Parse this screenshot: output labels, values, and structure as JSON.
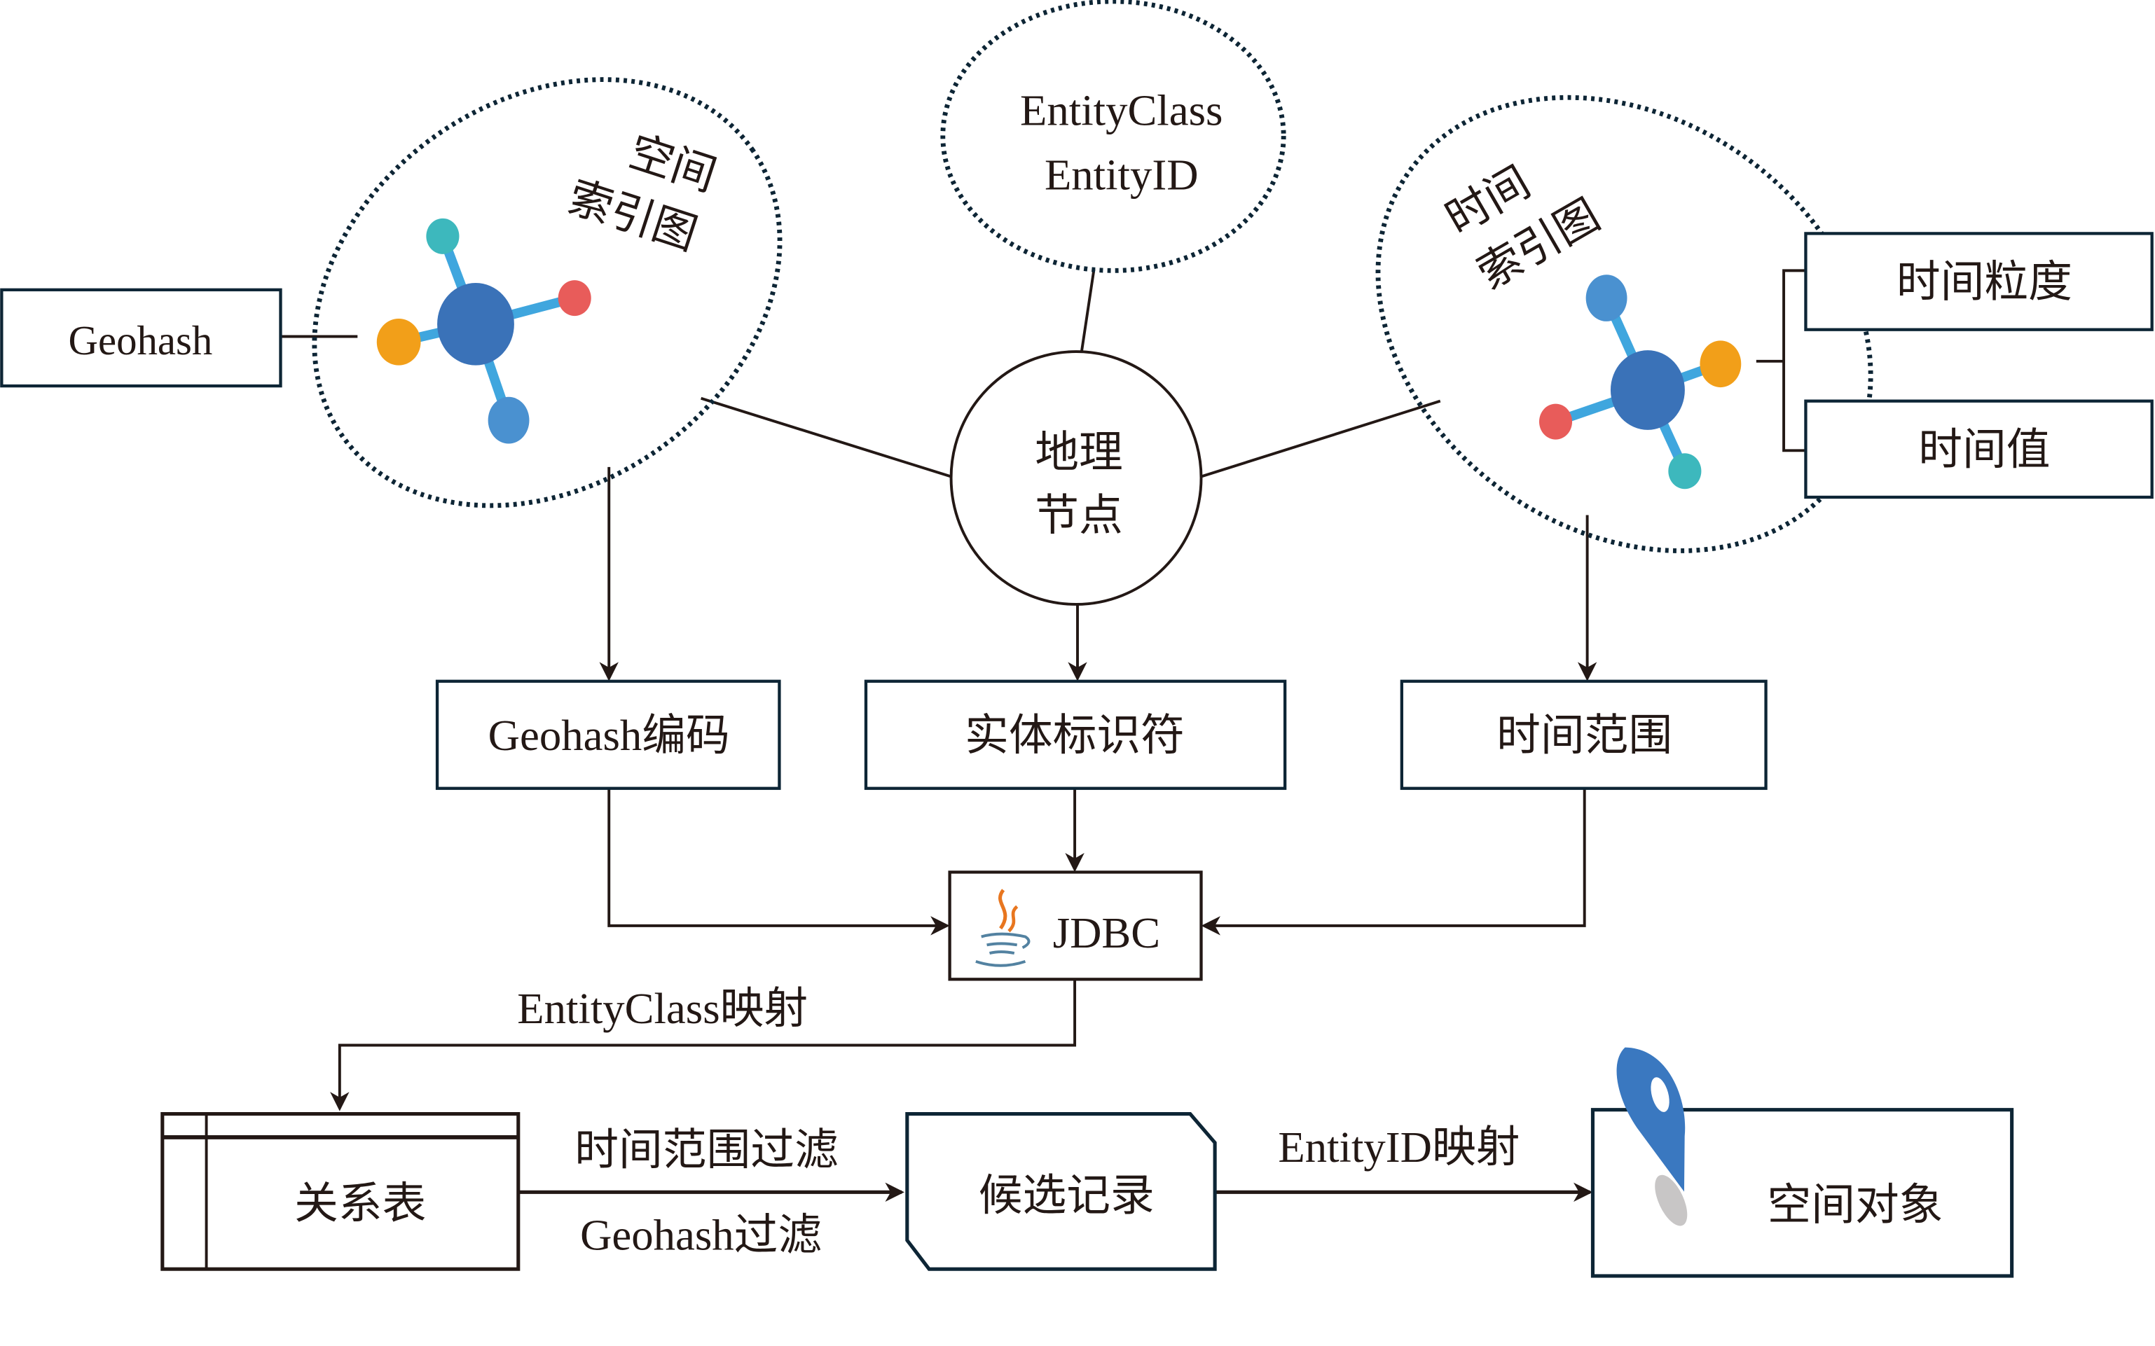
{
  "diagram": {
    "spatial_index": {
      "line1": "空间",
      "line2": "索引图"
    },
    "temporal_index": {
      "line1": "时间",
      "line2": "索引图"
    },
    "entity_bubble": {
      "line1": "EntityClass",
      "line2": "EntityID"
    },
    "geo_node": {
      "line1": "地理",
      "line2": "节点"
    },
    "geohash_box": "Geohash",
    "time_granularity_box": "时间粒度",
    "time_value_box": "时间值",
    "geohash_code_box": "Geohash编码",
    "entity_identifier_box": "实体标识符",
    "time_range_box": "时间范围",
    "jdbc_box": "JDBC",
    "entity_class_mapping_label": "EntityClass映射",
    "relation_table_box": "关系表",
    "time_range_filter_label": "时间范围过滤",
    "geohash_filter_label": "Geohash过滤",
    "candidate_records_box": "候选记录",
    "entity_id_mapping_label": "EntityID映射",
    "spatial_object_box": "空间对象"
  },
  "colors": {
    "node_center": "#3a72b8",
    "node_link": "#3fa6de",
    "node_teal": "#3db8bd",
    "node_red": "#e85c5a",
    "node_orange": "#f29f19",
    "node_blue": "#4a91d0",
    "pin_blue": "#3a78c0",
    "pin_shadow": "#c8c6c6",
    "java_orange": "#e8761f",
    "java_blue": "#5382a1"
  }
}
